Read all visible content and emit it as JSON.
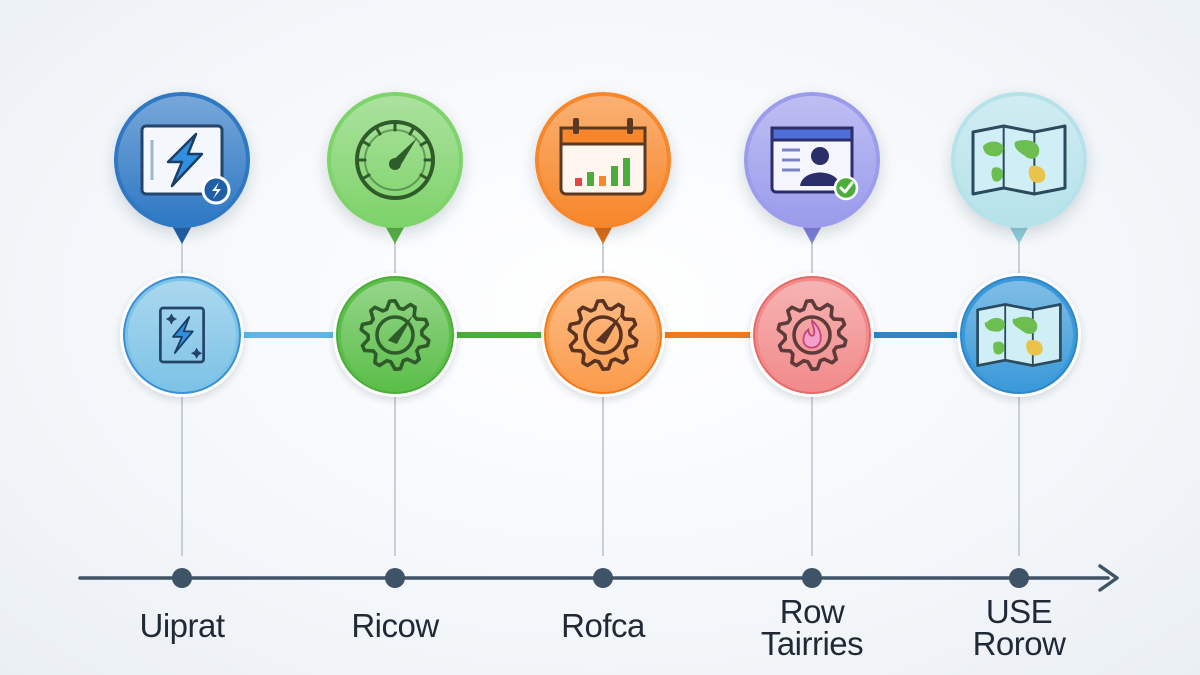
{
  "steps": [
    {
      "id": "uiprat",
      "label_lines": [
        "Uiprat"
      ],
      "top_icon": "board-lightning-icon",
      "bottom_icon": "card-lightning-icon",
      "colors": {
        "top": "#2f78c4",
        "top_dark": "#1f5fa6",
        "bottom": "#7dc3e6",
        "accent": "#3a8fd8"
      }
    },
    {
      "id": "ricow",
      "label_lines": [
        "Ricow"
      ],
      "top_icon": "gauge-icon",
      "bottom_icon": "gear-gauge-icon",
      "colors": {
        "top": "#7ed36a",
        "top_dark": "#56b343",
        "bottom": "#5cbf4a",
        "accent": "#4cae3a"
      }
    },
    {
      "id": "rofca",
      "label_lines": [
        "Rofca"
      ],
      "top_icon": "calendar-chart-icon",
      "bottom_icon": "gear-gauge-icon",
      "colors": {
        "top": "#f7872a",
        "top_dark": "#e36c12",
        "bottom": "#fb9c4c",
        "accent": "#f07a1e"
      }
    },
    {
      "id": "row-tairries",
      "label_lines": [
        "Row",
        "Tairries"
      ],
      "top_icon": "profile-window-icon",
      "bottom_icon": "gear-flame-icon",
      "colors": {
        "top": "#9b9cec",
        "top_dark": "#7e7fe0",
        "bottom": "#f28b8b",
        "accent": "#e56a6a"
      }
    },
    {
      "id": "use-rorow",
      "label_lines": [
        "USE",
        "Rorow"
      ],
      "top_icon": "world-map-icon",
      "bottom_icon": "world-map-icon",
      "colors": {
        "top": "#b6e2ea",
        "top_dark": "#8fcfdc",
        "bottom": "#3b9ad9",
        "accent": "#2f86c8"
      }
    }
  ],
  "connector_colors": [
    "#5fb5e3",
    "#4cae3a",
    "#f07a1e",
    "#2f86c8"
  ],
  "timeline": {
    "line_color": "#3f5366",
    "stem_color": "#c7d0d8"
  }
}
